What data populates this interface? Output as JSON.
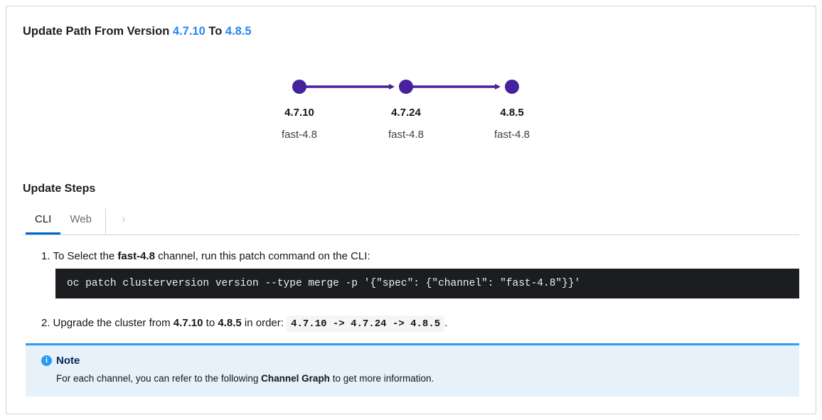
{
  "header": {
    "title_prefix": "Update Path From Version",
    "from_version": "4.7.10",
    "to_label": "To",
    "to_version": "4.8.5"
  },
  "graph": {
    "nodes": [
      {
        "version": "4.7.10",
        "channel": "fast-4.8"
      },
      {
        "version": "4.7.24",
        "channel": "fast-4.8"
      },
      {
        "version": "4.8.5",
        "channel": "fast-4.8"
      }
    ],
    "edges": [
      {
        "from": "4.7.10",
        "to": "4.7.24"
      },
      {
        "from": "4.7.24",
        "to": "4.8.5"
      }
    ],
    "node_color": "#45219e"
  },
  "steps": {
    "heading": "Update Steps",
    "tabs": [
      {
        "label": "CLI",
        "active": true
      },
      {
        "label": "Web",
        "active": false
      }
    ],
    "overflow_chevron": "›"
  },
  "instructions": [
    {
      "number": "1.",
      "text_before": "To Select the ",
      "bold_text": "fast-4.8",
      "text_after": " channel, run this patch command on the CLI:",
      "code": "oc patch clusterversion version --type merge -p '{\"spec\": {\"channel\": \"fast-4.8\"}}'"
    },
    {
      "number": "2.",
      "text_before": "Upgrade the cluster from ",
      "bold_from": "4.7.10",
      "text_mid": " to ",
      "bold_to": "4.8.5",
      "text_after": " in order: ",
      "code": "4.7.10 -> 4.7.24 -> 4.8.5",
      "period": "."
    }
  ],
  "note": {
    "title": "Note",
    "body_before": "For each channel, you can refer to the following ",
    "bold_text": "Channel Graph",
    "body_after": " to get more information."
  },
  "colors": {
    "link_blue": "#2b86f0",
    "tab_active_underline": "#0066cc",
    "graph_purple": "#45219e",
    "note_background": "#e7f1fa",
    "note_border": "#2e9cf0",
    "code_background": "#1b1d21",
    "card_border": "#d2d2d2"
  }
}
